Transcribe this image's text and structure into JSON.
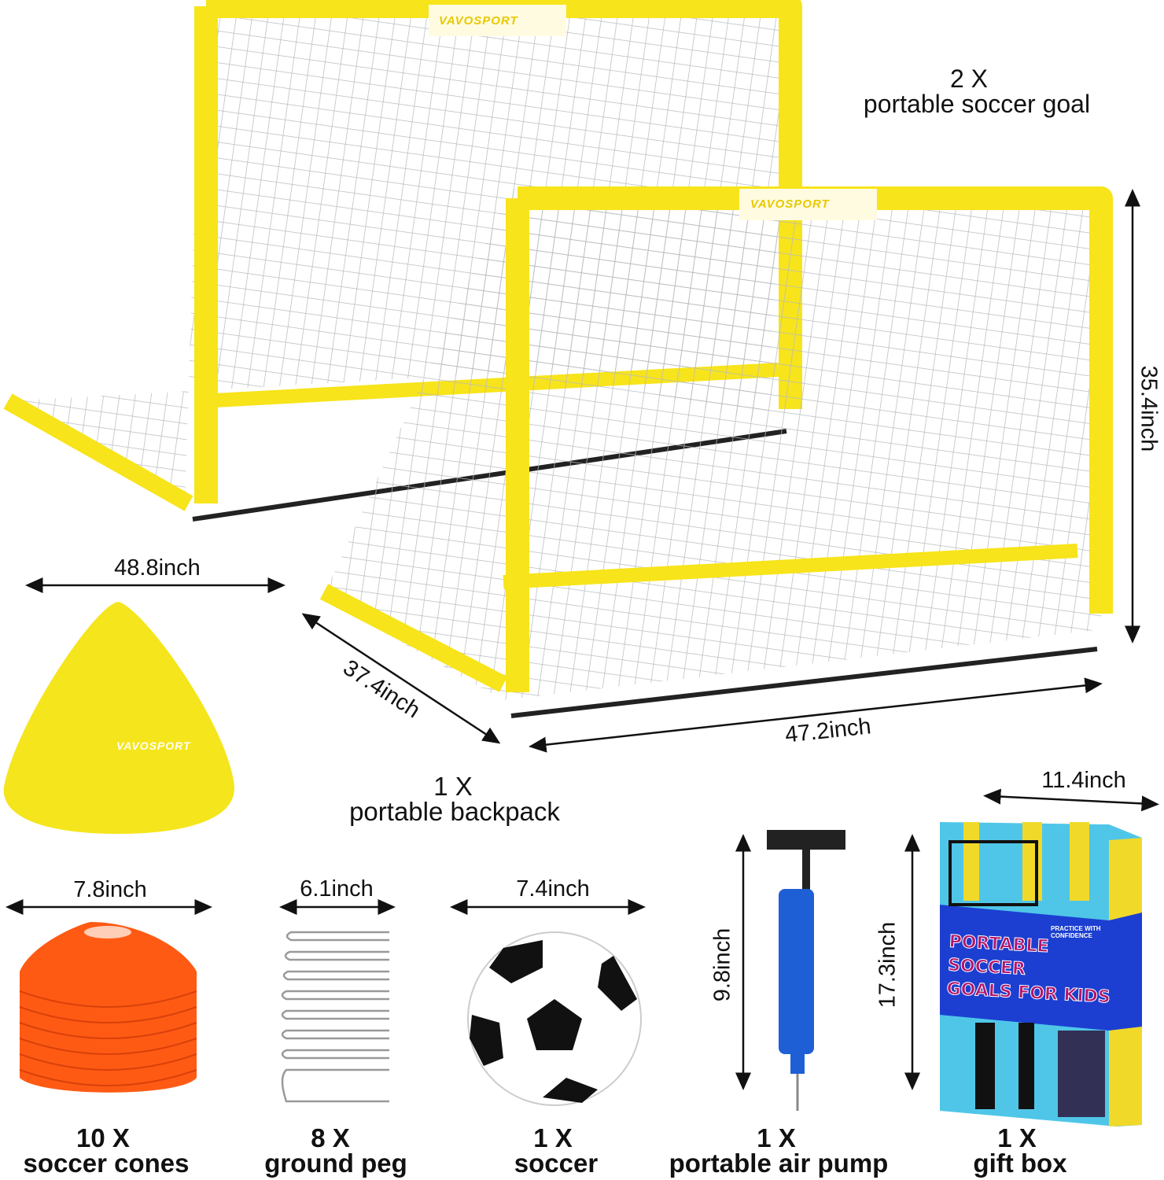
{
  "brand": "VAVOSPORT",
  "goals": {
    "qty": "2 X",
    "name": "portable soccer goal",
    "width": "47.2inch",
    "depth": "37.4inch",
    "height": "35.4inch"
  },
  "backpack": {
    "qty": "1 X",
    "name": "portable backpack",
    "width": "48.8inch"
  },
  "items": [
    {
      "qty": "10 X",
      "name": "soccer cones",
      "size": "7.8inch"
    },
    {
      "qty": "8 X",
      "name": "ground peg",
      "size": "6.1inch"
    },
    {
      "qty": "1 X",
      "name": "soccer",
      "size": "7.4inch"
    },
    {
      "qty": "1 X",
      "name": "portable air pump",
      "size": "9.8inch"
    },
    {
      "qty": "1 X",
      "name": "gift box",
      "width": "11.4inch",
      "size": "17.3inch"
    }
  ],
  "gift_box": {
    "title_lines": [
      "PORTABLE",
      "SOCCER",
      "GOALS FOR KIDS"
    ],
    "subtitle": "PRACTICE WITH CONFIDENCE"
  },
  "colors": {
    "yellow": "#f7e41a",
    "orange": "#ff5a14",
    "blue": "#1f5fd6"
  }
}
